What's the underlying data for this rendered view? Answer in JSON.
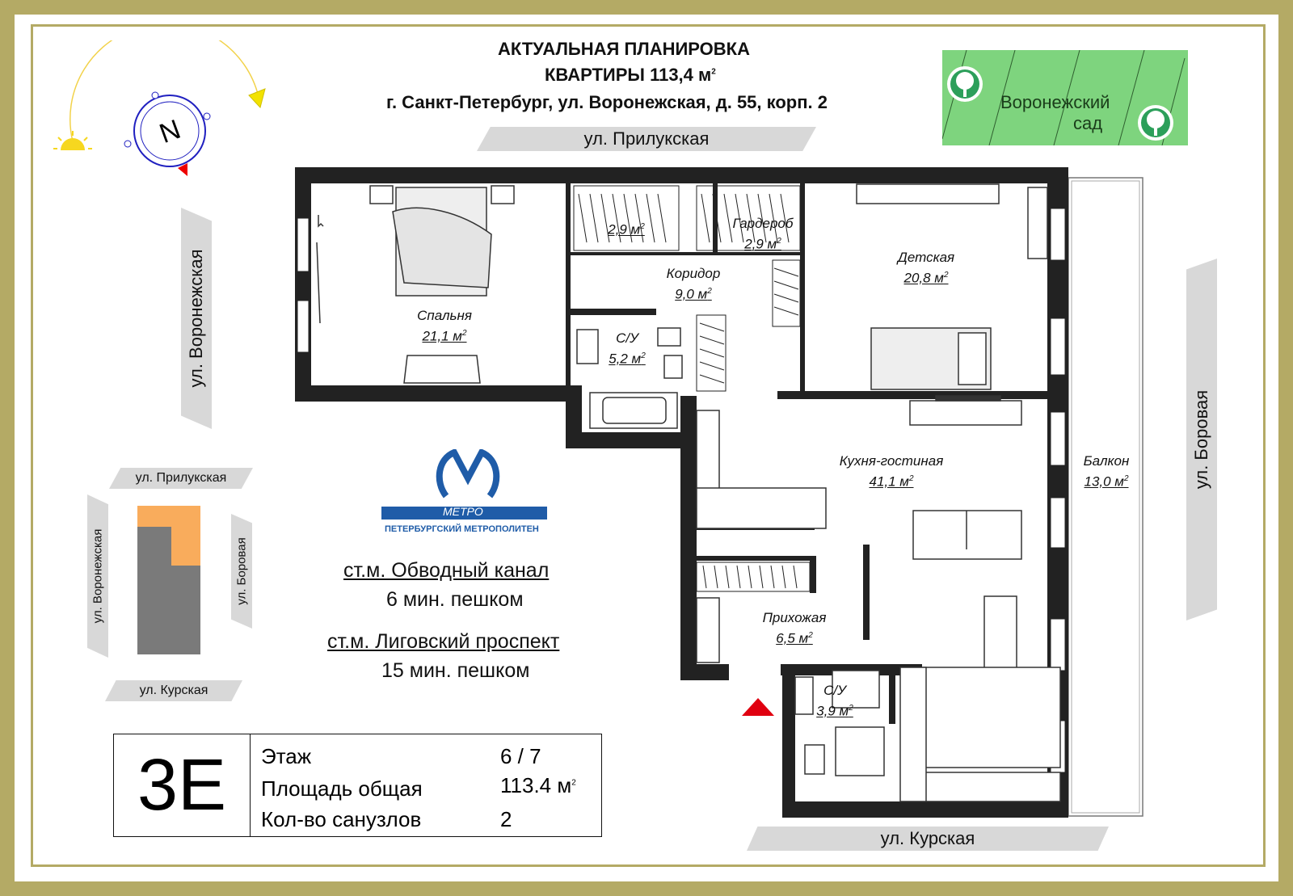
{
  "title": {
    "line1": "АКТУАЛЬНАЯ ПЛАНИРОВКА",
    "line2": "КВАРТИРЫ 113,4 м",
    "line2_sup": "2",
    "address": "г. Санкт-Петербург, ул. Воронежская, д. 55, корп. 2"
  },
  "compass": {
    "letter": "N"
  },
  "garden": {
    "line1": "Воронежский",
    "line2": "сад",
    "color": "#7ed47e"
  },
  "streets": {
    "top": "ул. Прилукская",
    "left": "ул. Воронежская",
    "right": "ул. Боровая",
    "bottom": "ул. Курская"
  },
  "site_plan": {
    "top": "ул. Прилукская",
    "left": "ул. Воронежская",
    "right": "ул. Боровая",
    "bottom": "ул. Курская",
    "building_color": "#7a7a7a",
    "highlight_color": "#f9ac5c"
  },
  "rooms": {
    "bedroom": {
      "name": "Спальня",
      "area": "21,1 м"
    },
    "wardrobe1": {
      "area": "2,9 м"
    },
    "wardrobe2": {
      "name": "Гардероб",
      "area": "2,9 м"
    },
    "corridor": {
      "name": "Коридор",
      "area": "9,0 м"
    },
    "children": {
      "name": "Детская",
      "area": "20,8 м"
    },
    "bath1": {
      "name": "С/У",
      "area": "5,2 м"
    },
    "kitchen": {
      "name": "Кухня-гостиная",
      "area": "41,1 м"
    },
    "balcony": {
      "name": "Балкон",
      "area": "13,0 м"
    },
    "hall": {
      "name": "Прихожая",
      "area": "6,5 м"
    },
    "bath2": {
      "name": "С/У",
      "area": "3,9 м"
    },
    "sq": "2"
  },
  "metro": {
    "logo_text": "МЕТРО",
    "logo_caption": "ПЕТЕРБУРГСКИЙ МЕТРОПОЛИТЕН",
    "brand_color": "#1f5ca8",
    "station1": "ст.м. Обводный канал",
    "time1": "6 мин. пешком",
    "station2": "ст.м. Лиговский проспект",
    "time2": "15 мин. пешком"
  },
  "info": {
    "code": "3Е",
    "rows": [
      {
        "label": "Этаж",
        "value": "6 / 7"
      },
      {
        "label": "Площадь общая",
        "value": "113.4 м",
        "sup": "2"
      },
      {
        "label": "Кол-во санузлов",
        "value": "2"
      }
    ]
  }
}
